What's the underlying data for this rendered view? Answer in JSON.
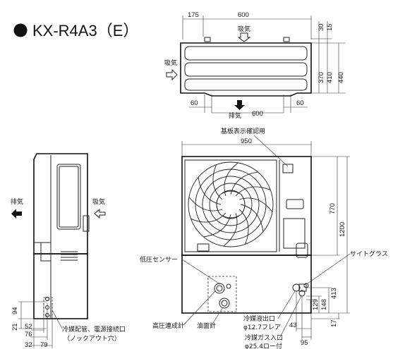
{
  "title": "KX-R4A3（E）",
  "top_view": {
    "dims": [
      "175",
      "600",
      "30",
      "15",
      "370",
      "410",
      "440",
      "60",
      "600",
      "60"
    ],
    "labels": {
      "intake_top": "吸気",
      "intake_left": "吸気",
      "exhaust": "排気"
    }
  },
  "side_view": {
    "labels": {
      "exhaust": "排気",
      "intake": "吸気"
    },
    "dims": [
      "94",
      "21",
      "52",
      "76",
      "32",
      "79"
    ]
  },
  "front_view": {
    "dims": [
      "950",
      "770",
      "1200",
      "413",
      "148",
      "129",
      "17",
      "43",
      "95"
    ],
    "labels": {
      "board_window": "基板表示確認用",
      "low_pressure": "低圧センサー",
      "sight_glass": "サイトグラス",
      "high_pressure": "高圧連成計",
      "oil_gauge": "油面計",
      "liquid_outlet": "冷媒液出口",
      "liquid_spec": "φ12.7フレア",
      "gas_inlet": "冷媒ガス入口",
      "gas_spec": "φ25.4ロー付",
      "piping_holes": "冷媒配管、電源接続口",
      "knockout": "（ノックアウト穴）"
    }
  }
}
